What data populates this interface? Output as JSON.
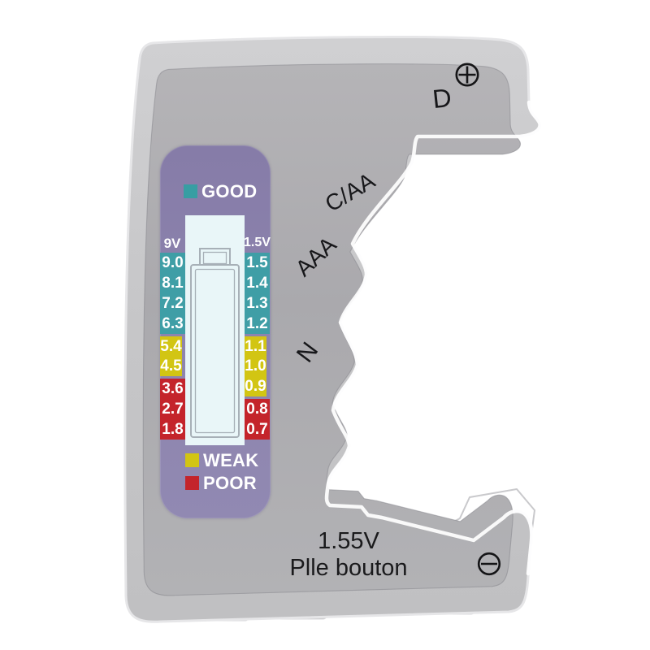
{
  "display": {
    "status": {
      "good": {
        "label": "GOOD",
        "color": "#379ea3"
      },
      "weak": {
        "label": "WEAK",
        "color": "#d2c513"
      },
      "poor": {
        "label": "POOR",
        "color": "#c4242b"
      }
    },
    "columns": [
      {
        "header": "9V",
        "cells": [
          {
            "value": "9.0",
            "level": "good"
          },
          {
            "value": "8.1",
            "level": "good"
          },
          {
            "value": "7.2",
            "level": "good"
          },
          {
            "value": "6.3",
            "level": "good"
          },
          {
            "value": "5.4",
            "level": "weak"
          },
          {
            "value": "4.5",
            "level": "weak"
          },
          {
            "value": "3.6",
            "level": "poor"
          },
          {
            "value": "2.7",
            "level": "poor"
          },
          {
            "value": "1.8",
            "level": "poor"
          }
        ]
      },
      {
        "header": "1.5V",
        "cells": [
          {
            "value": "1.5",
            "level": "good"
          },
          {
            "value": "1.4",
            "level": "good"
          },
          {
            "value": "1.3",
            "level": "good"
          },
          {
            "value": "1.2",
            "level": "good"
          },
          {
            "value": "1.1",
            "level": "weak"
          },
          {
            "value": "1.0",
            "level": "weak"
          },
          {
            "value": "0.9",
            "level": "weak"
          },
          {
            "value": "0.8",
            "level": "poor"
          },
          {
            "value": "0.7",
            "level": "poor"
          }
        ]
      }
    ]
  },
  "slot_labels": [
    {
      "label": "D"
    },
    {
      "label": "C/AA"
    },
    {
      "label": "AAA"
    },
    {
      "label": "N"
    }
  ],
  "terminals": {
    "positive_icon": "plus-circle-icon",
    "negative_icon": "minus-circle-icon"
  },
  "bottom_note": {
    "line1": "1.55V",
    "line2": "Plle bouton"
  },
  "colors": {
    "good": "#379ea3",
    "weak": "#d2c513",
    "poor": "#c4242b",
    "panel_purple": "#8d84ae",
    "lcd_background": "#e9f6f8",
    "body_gray": "#b2b2b5"
  }
}
